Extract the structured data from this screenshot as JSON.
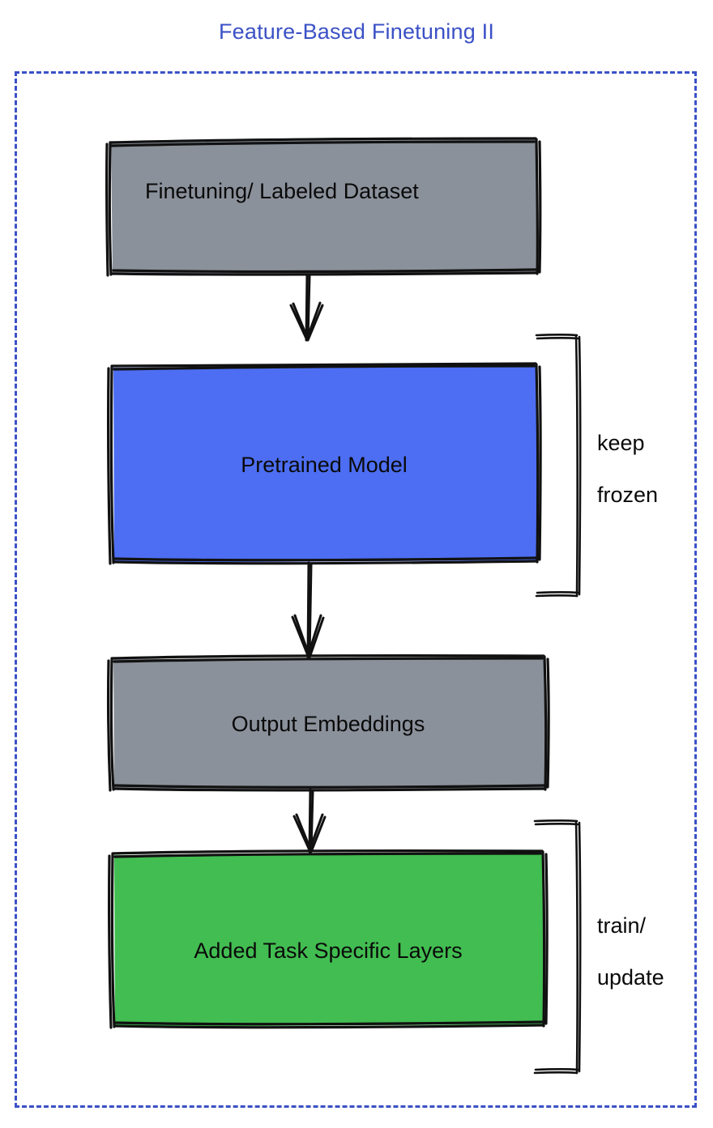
{
  "title": "Feature-Based Finetuning II",
  "colors": {
    "title_blue": "#3b51c6",
    "frame_dash_blue": "#3b51c6",
    "node_gray": "#8b919b",
    "node_blue": "#4d6ef2",
    "node_green": "#42bd51",
    "stroke_black": "#111111",
    "background": "#ffffff"
  },
  "nodes": [
    {
      "id": "finetuning-dataset",
      "label": "Finetuning/ Labeled Dataset",
      "fill": "#8b919b",
      "text_align": "left"
    },
    {
      "id": "pretrained-model",
      "label": "Pretrained Model",
      "fill": "#4d6ef2",
      "text_align": "center"
    },
    {
      "id": "output-embeddings",
      "label": "Output Embeddings",
      "fill": "#8b919b",
      "text_align": "center"
    },
    {
      "id": "added-task-specific-layers",
      "label": "Added Task Specific Layers",
      "fill": "#42bd51",
      "text_align": "center"
    }
  ],
  "brackets": [
    {
      "id": "keep-frozen",
      "label_line1": "keep",
      "label_line2": "frozen",
      "target": "pretrained-model"
    },
    {
      "id": "train-update",
      "label_line1": "train/",
      "label_line2": "update",
      "target": "added-task-specific-layers"
    }
  ],
  "arrows": [
    {
      "id": "arrow-dataset-to-model",
      "from": "finetuning-dataset",
      "to": "pretrained-model"
    },
    {
      "id": "arrow-model-to-embeddings",
      "from": "pretrained-model",
      "to": "output-embeddings"
    },
    {
      "id": "arrow-embeddings-to-layers",
      "from": "output-embeddings",
      "to": "added-task-specific-layers"
    }
  ]
}
